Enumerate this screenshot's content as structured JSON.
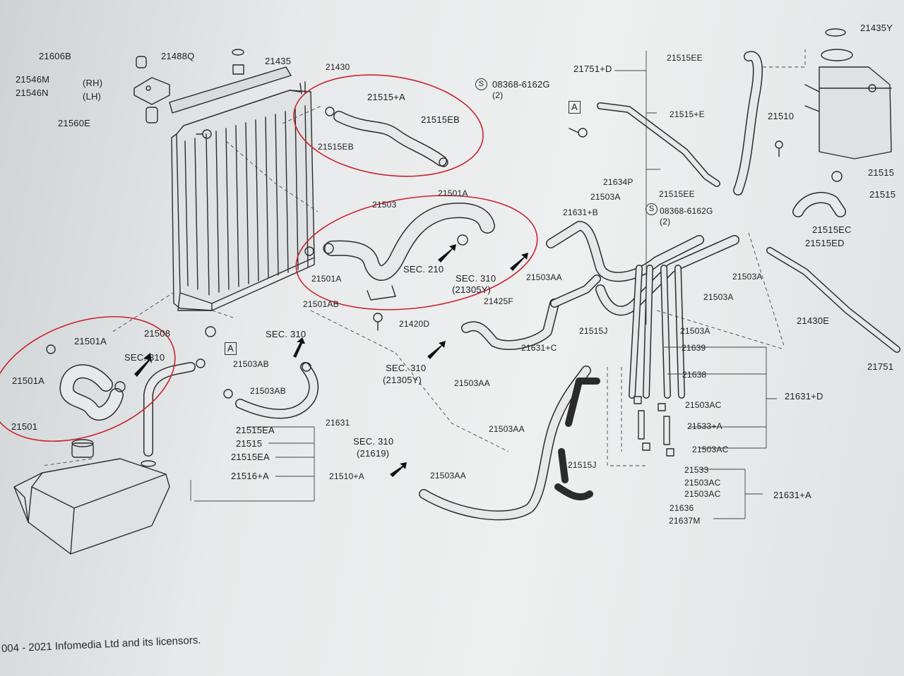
{
  "labels": {
    "p21606B": "21606B",
    "p21488Q": "21488Q",
    "p21435": "21435",
    "p21430": "21430",
    "p21546M": "21546M",
    "rh": "(RH)",
    "p21546N": "21546N",
    "lh": "(LH)",
    "p21560E": "21560E",
    "p21515A_top": "21515+A",
    "p21515EB_a": "21515EB",
    "p21515EB_b": "21515EB",
    "s_symbol": "S",
    "p08368_6162G_a": "08368-6162G",
    "qty2_a": "(2)",
    "p21751D": "21751+D",
    "p21515EE_a": "21515EE",
    "p21515E": "21515+E",
    "p21515EE_b": "21515EE",
    "p21510": "21510",
    "p21435Y": "21435Y",
    "p21515_right_a": "21515",
    "p21515_right_b": "21515",
    "p21515EC": "21515EC",
    "p21515ED": "21515ED",
    "p21503": "21503",
    "p21501A_mid_a": "21501A",
    "p21501A_mid_b": "21501A",
    "sec210": "SEC. 210",
    "p21501AB": "21501AB",
    "p21420D": "21420D",
    "sec310_a": "SEC. 310",
    "p21305Y_a": "(21305Y)",
    "p21503AA_a": "21503AA",
    "p21425F": "21425F",
    "p21634P": "21634P",
    "p21503A_a": "21503A",
    "p21631B": "21631+B",
    "s_symbol_b": "S",
    "p08368_6162G_b": "08368-6162G",
    "qty2_b": "(2)",
    "p21503A_b": "21503A",
    "p21503A_c": "21503A",
    "p21430E": "21430E",
    "p21751_edge": "21751",
    "p21515J_a": "21515J",
    "p21503A_d": "21503A",
    "p21631C": "21631+C",
    "p21639": "21639",
    "sec310_b": "SEC. 310",
    "p21305Y_b": "(21305Y)",
    "p21503AA_b": "21503AA",
    "p21638": "21638",
    "p21631D": "21631+D",
    "p21503AC_a": "21503AC",
    "p21533A": "21533+A",
    "p21503AC_b": "21503AC",
    "p21533": "21533",
    "p21503AC_c": "21503AC",
    "p21503AC_d": "21503AC",
    "p21631A": "21631+A",
    "p21636": "21636",
    "p21637M": "21637M",
    "p21508": "21508",
    "p21501A_left_a": "21501A",
    "sec310_c": "SEC. 310",
    "p21501A_left_b": "21501A",
    "p21501": "21501",
    "box_A_a": "A",
    "box_A_b": "A",
    "p21503AB_a": "21503AB",
    "p21503AB_b": "21503AB",
    "sec310_d": "SEC. 310",
    "p21631": "21631",
    "p21515EA_a": "21515EA",
    "p21515": "21515",
    "p21515EA_b": "21515EA",
    "p21516A": "21516+A",
    "p21510A": "21510+A",
    "sec310_e": "SEC. 310",
    "p21619": "(21619)",
    "p21503AA_c": "21503AA",
    "p21503AA_d": "21503AA",
    "p21515J_b": "21515J"
  },
  "footer": "004 - 2021 Infomedia Ltd and its licensors.",
  "colors": {
    "paper": "#e9ebec",
    "ink": "#2b2b2b",
    "annotation_circle": "#c8232c"
  },
  "icons": [
    "radiator",
    "reservoir-tank",
    "hose",
    "clamp",
    "arrow-icon",
    "bolt-icon"
  ]
}
